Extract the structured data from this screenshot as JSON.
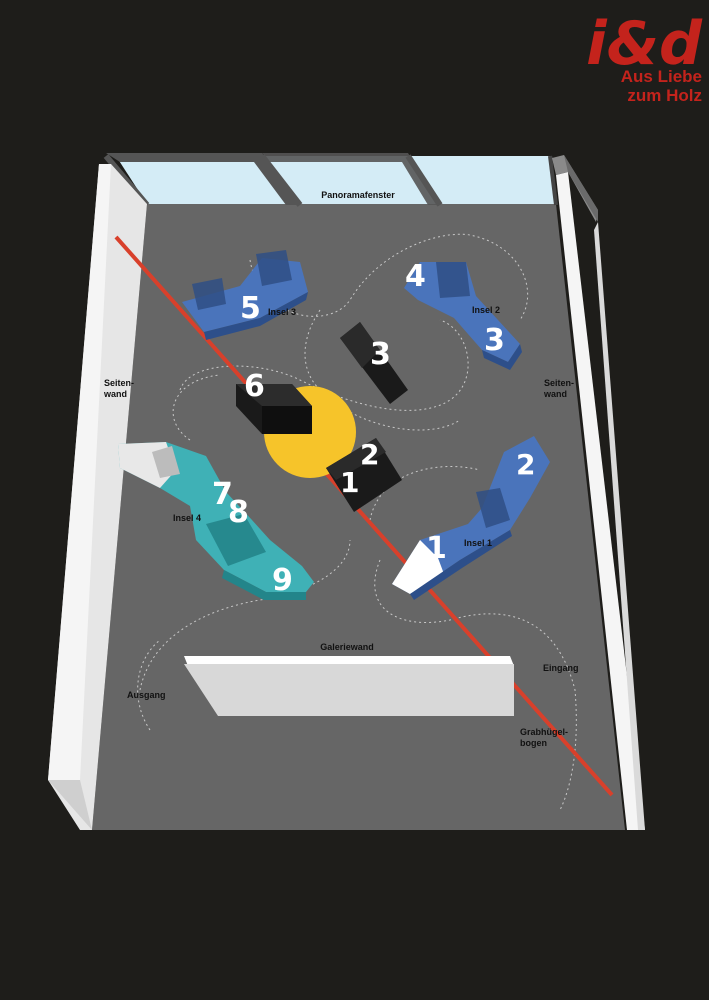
{
  "logo": {
    "mark": "i&d",
    "line1": "Aus Liebe",
    "line2": "zum Holz",
    "color": "#c4231c"
  },
  "labels": {
    "window": "Panoramafenster",
    "side_wall_left_1": "Seiten-",
    "side_wall_left_2": "wand",
    "side_wall_right_1": "Seiten-",
    "side_wall_right_2": "wand",
    "gallery_wall": "Galeriewand",
    "entrance": "Eingang",
    "exit": "Ausgang",
    "arc_1": "Grabhügel-",
    "arc_2": "bogen",
    "island_1": "Insel 1",
    "island_2": "Insel 2",
    "island_3": "Insel 3",
    "island_4": "Insel 4"
  },
  "stations": {
    "s1": "1",
    "s2": "2",
    "s3": "3",
    "s4": "4",
    "s5": "5",
    "s6": "6",
    "s7": "7",
    "s8": "8",
    "s9": "9",
    "s1b": "1",
    "s2b": "2"
  },
  "colors": {
    "background": "#1e1d1a",
    "floor": "#666666",
    "wall": "#f2f2f2",
    "window": "#d4ecf6",
    "blue_island": "#4a74bb",
    "teal_island": "#3fb1b6",
    "yellow_disc": "#f6c42a",
    "red_line": "#d8402b",
    "black_block": "#1a1a1a"
  }
}
